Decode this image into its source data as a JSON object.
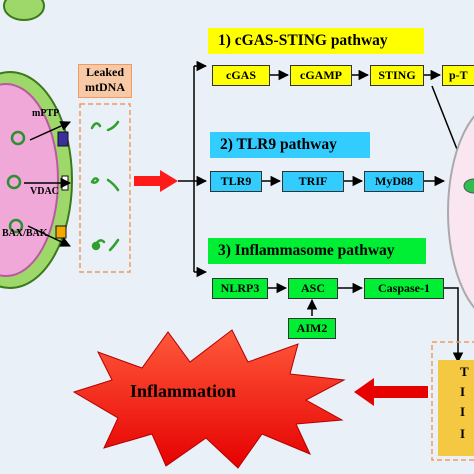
{
  "leaked_mtdna": {
    "line1": "Leaked",
    "line2": "mtDNA"
  },
  "channels": {
    "mptp": "mPTP",
    "vdac": "VDAC",
    "baxbak": "BAX/BAK"
  },
  "cgas": {
    "title": "1) cGAS-STING pathway",
    "steps": [
      "cGAS",
      "cGAMP",
      "STING",
      "p-T"
    ]
  },
  "tlr9": {
    "title": "2) TLR9 pathway",
    "steps": [
      "TLR9",
      "TRIF",
      "MyD88"
    ]
  },
  "inflammasome": {
    "title": "3) Inflammasome pathway",
    "steps": [
      "NLRP3",
      "ASC",
      "Caspase-1"
    ],
    "aim2": "AIM2"
  },
  "inflammation": "Inflammation",
  "cytokines": [
    "T",
    "I",
    "I",
    "I"
  ],
  "colors": {
    "yellow": "#ffff00",
    "blue": "#33ccff",
    "green": "#00ee33",
    "red": "#ff0000",
    "orange": "#f29a5f"
  }
}
